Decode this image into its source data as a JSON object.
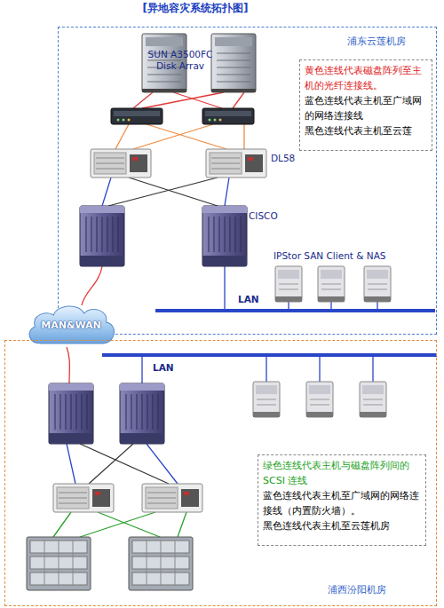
{
  "diagram": {
    "title": "[异地容灾系统拓扑图]",
    "nodes": [
      {
        "text": [
          "浦东云莲机房"
        ]
      },
      {
        "text": [
          "黄色连线代表磁盘阵列至主机的光纤连接线。",
          "蓝色连线代表主机至广域网的网络连接线",
          "黑色连线代表主机至云莲"
        ],
        "in": 0
      },
      {
        "text": [
          "MAN&WAN"
        ]
      },
      {
        "text": [
          "浦西汾阳机房"
        ]
      },
      {
        "text": [
          "绿色连线代表主机与磁盘阵列间的 SCSI 连线",
          "蓝色连线代表主机至广域网的网络连接线（内置防火墙）。",
          "黑色连线代表主机至云莲机房"
        ],
        "in": 3
      }
    ],
    "labels": [
      "SUN A3500FC Disk Arrav",
      "DL58",
      "CISCO",
      "IPStor SAN Client & NAS",
      "LAN",
      "LAN"
    ]
  }
}
